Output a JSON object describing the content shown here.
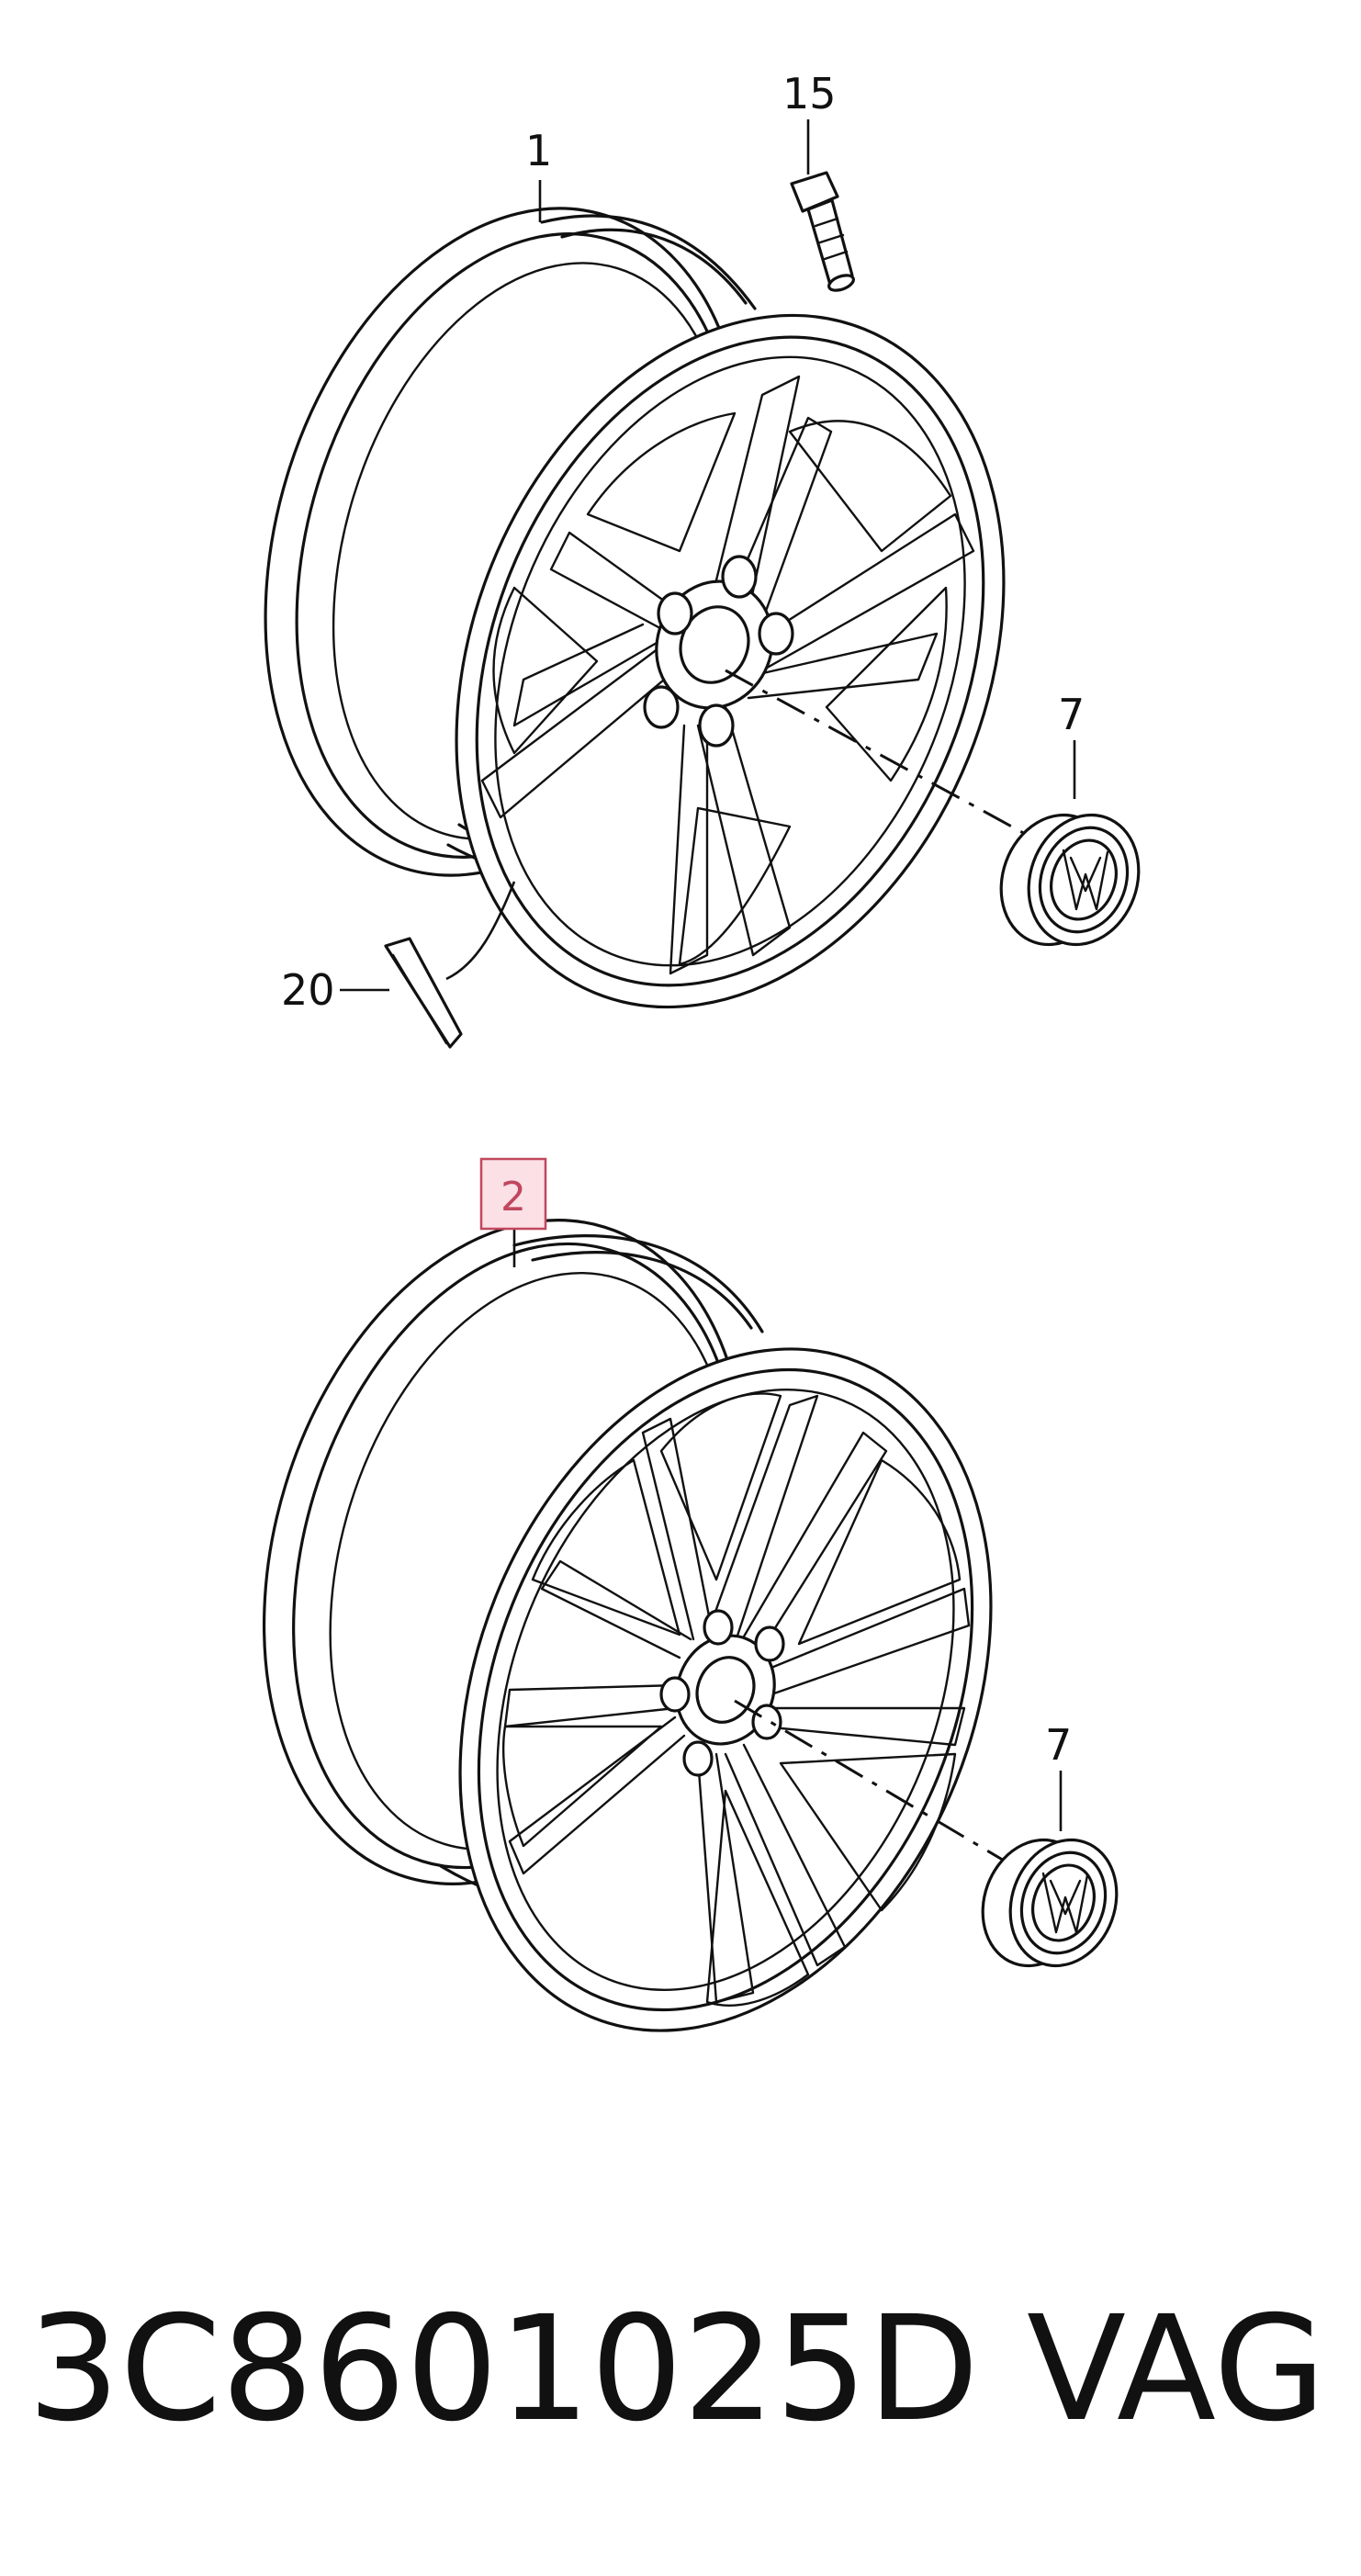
{
  "callouts": {
    "rim_1": "1",
    "valve_15": "15",
    "cap_7_top": "7",
    "weight_20": "20",
    "rim_2": "2",
    "cap_7_bottom": "7"
  },
  "highlighted_callout": "2",
  "footer": {
    "part_number": "3C8601025D",
    "brand": "VAG"
  },
  "colors": {
    "line": "#111111",
    "highlight_fill": "#fbe0e6",
    "highlight_stroke": "#c0475d"
  },
  "icons": [
    "alloy-wheel-5-spoke",
    "alloy-wheel-10-spoke",
    "tire-valve",
    "center-cap-vw-logo",
    "balance-weight"
  ]
}
